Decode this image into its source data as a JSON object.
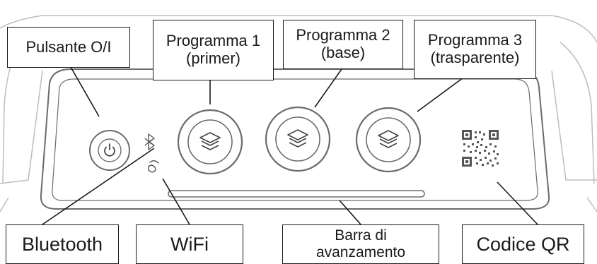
{
  "labels": {
    "power": "Pulsante O/I",
    "program1": {
      "line1": "Programma 1",
      "line2": "(primer)"
    },
    "program2": {
      "line1": "Programma 2",
      "line2": "(base)"
    },
    "program3": {
      "line1": "Programma 3",
      "line2": "(trasparente)"
    },
    "bluetooth": "Bluetooth",
    "wifi": "WiFi",
    "progress": {
      "line1": "Barra di",
      "line2": "avanzamento"
    },
    "qr": "Codice QR"
  },
  "icons": {
    "power": "power-icon",
    "layers": "layers-icon",
    "bluetooth": "bluetooth-icon",
    "wifi": "wifi-icon",
    "qr": "qr-code-icon"
  },
  "colors": {
    "line": "#1a1a1a",
    "panel": "#6b6b6b",
    "shadow": "#bdbdbd",
    "background": "#ffffff"
  }
}
